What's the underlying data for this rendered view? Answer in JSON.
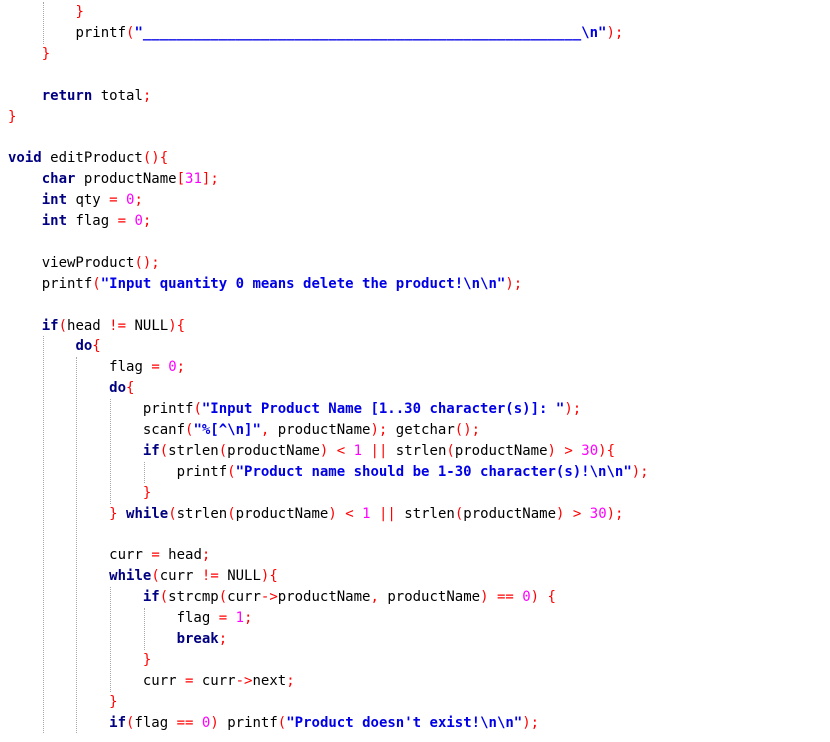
{
  "colors": {
    "background": "#ffffff",
    "keyword": "#000080",
    "identifier": "#000000",
    "operator": "#ff0000",
    "string": "#0000e6",
    "number": "#ff00ff",
    "brace": "#ff0000",
    "indent_guide": "#a8a8a8"
  },
  "code_lines": [
    {
      "indent": 8,
      "tokens": [
        {
          "c": "br",
          "t": "}"
        }
      ]
    },
    {
      "indent": 8,
      "tokens": [
        {
          "c": "tk",
          "t": "printf"
        },
        {
          "c": "op",
          "t": "("
        },
        {
          "c": "str",
          "t": "\"____________________________________________________\\n\""
        },
        {
          "c": "op",
          "t": ");"
        }
      ]
    },
    {
      "indent": 4,
      "tokens": [
        {
          "c": "br",
          "t": "}"
        }
      ]
    },
    {
      "indent": 0,
      "tokens": []
    },
    {
      "indent": 4,
      "tokens": [
        {
          "c": "kw",
          "t": "return"
        },
        {
          "c": "tk",
          "t": " total"
        },
        {
          "c": "op",
          "t": ";"
        }
      ]
    },
    {
      "indent": 0,
      "tokens": [
        {
          "c": "br",
          "t": "}"
        }
      ]
    },
    {
      "indent": 0,
      "tokens": []
    },
    {
      "indent": 0,
      "tokens": [
        {
          "c": "kw",
          "t": "void"
        },
        {
          "c": "tk",
          "t": " editProduct"
        },
        {
          "c": "op",
          "t": "(){"
        }
      ]
    },
    {
      "indent": 4,
      "tokens": [
        {
          "c": "kw",
          "t": "char"
        },
        {
          "c": "tk",
          "t": " productName"
        },
        {
          "c": "op",
          "t": "["
        },
        {
          "c": "num",
          "t": "31"
        },
        {
          "c": "op",
          "t": "];"
        }
      ]
    },
    {
      "indent": 4,
      "tokens": [
        {
          "c": "kw",
          "t": "int"
        },
        {
          "c": "tk",
          "t": " qty "
        },
        {
          "c": "op",
          "t": "="
        },
        {
          "c": "tk",
          "t": " "
        },
        {
          "c": "num",
          "t": "0"
        },
        {
          "c": "op",
          "t": ";"
        }
      ]
    },
    {
      "indent": 4,
      "tokens": [
        {
          "c": "kw",
          "t": "int"
        },
        {
          "c": "tk",
          "t": " flag "
        },
        {
          "c": "op",
          "t": "="
        },
        {
          "c": "tk",
          "t": " "
        },
        {
          "c": "num",
          "t": "0"
        },
        {
          "c": "op",
          "t": ";"
        }
      ]
    },
    {
      "indent": 0,
      "tokens": []
    },
    {
      "indent": 4,
      "tokens": [
        {
          "c": "tk",
          "t": "viewProduct"
        },
        {
          "c": "op",
          "t": "();"
        }
      ]
    },
    {
      "indent": 4,
      "tokens": [
        {
          "c": "tk",
          "t": "printf"
        },
        {
          "c": "op",
          "t": "("
        },
        {
          "c": "str",
          "t": "\"Input quantity 0 means delete the product!\\n\\n\""
        },
        {
          "c": "op",
          "t": ");"
        }
      ]
    },
    {
      "indent": 0,
      "tokens": []
    },
    {
      "indent": 4,
      "tokens": [
        {
          "c": "kw",
          "t": "if"
        },
        {
          "c": "op",
          "t": "("
        },
        {
          "c": "tk",
          "t": "head "
        },
        {
          "c": "op",
          "t": "!="
        },
        {
          "c": "tk",
          "t": " NULL"
        },
        {
          "c": "op",
          "t": "){"
        }
      ]
    },
    {
      "indent": 8,
      "tokens": [
        {
          "c": "kw",
          "t": "do"
        },
        {
          "c": "op",
          "t": "{"
        }
      ]
    },
    {
      "indent": 12,
      "tokens": [
        {
          "c": "tk",
          "t": "flag "
        },
        {
          "c": "op",
          "t": "="
        },
        {
          "c": "tk",
          "t": " "
        },
        {
          "c": "num",
          "t": "0"
        },
        {
          "c": "op",
          "t": ";"
        }
      ]
    },
    {
      "indent": 12,
      "tokens": [
        {
          "c": "kw",
          "t": "do"
        },
        {
          "c": "op",
          "t": "{"
        }
      ]
    },
    {
      "indent": 16,
      "tokens": [
        {
          "c": "tk",
          "t": "printf"
        },
        {
          "c": "op",
          "t": "("
        },
        {
          "c": "str",
          "t": "\"Input Product Name [1..30 character(s)]: \""
        },
        {
          "c": "op",
          "t": ");"
        }
      ]
    },
    {
      "indent": 16,
      "tokens": [
        {
          "c": "tk",
          "t": "scanf"
        },
        {
          "c": "op",
          "t": "("
        },
        {
          "c": "str",
          "t": "\"%[^\\n]\""
        },
        {
          "c": "op",
          "t": ","
        },
        {
          "c": "tk",
          "t": " productName"
        },
        {
          "c": "op",
          "t": ");"
        },
        {
          "c": "tk",
          "t": " getchar"
        },
        {
          "c": "op",
          "t": "();"
        }
      ]
    },
    {
      "indent": 16,
      "tokens": [
        {
          "c": "kw",
          "t": "if"
        },
        {
          "c": "op",
          "t": "("
        },
        {
          "c": "tk",
          "t": "strlen"
        },
        {
          "c": "op",
          "t": "("
        },
        {
          "c": "tk",
          "t": "productName"
        },
        {
          "c": "op",
          "t": ")"
        },
        {
          "c": "tk",
          "t": " "
        },
        {
          "c": "op",
          "t": "<"
        },
        {
          "c": "tk",
          "t": " "
        },
        {
          "c": "num",
          "t": "1"
        },
        {
          "c": "tk",
          "t": " "
        },
        {
          "c": "op",
          "t": "||"
        },
        {
          "c": "tk",
          "t": " strlen"
        },
        {
          "c": "op",
          "t": "("
        },
        {
          "c": "tk",
          "t": "productName"
        },
        {
          "c": "op",
          "t": ")"
        },
        {
          "c": "tk",
          "t": " "
        },
        {
          "c": "op",
          "t": ">"
        },
        {
          "c": "tk",
          "t": " "
        },
        {
          "c": "num",
          "t": "30"
        },
        {
          "c": "op",
          "t": "){"
        }
      ]
    },
    {
      "indent": 20,
      "tokens": [
        {
          "c": "tk",
          "t": "printf"
        },
        {
          "c": "op",
          "t": "("
        },
        {
          "c": "str",
          "t": "\"Product name should be 1-30 character(s)!\\n\\n\""
        },
        {
          "c": "op",
          "t": ");"
        }
      ]
    },
    {
      "indent": 16,
      "tokens": [
        {
          "c": "br",
          "t": "}"
        }
      ]
    },
    {
      "indent": 12,
      "tokens": [
        {
          "c": "br",
          "t": "}"
        },
        {
          "c": "tk",
          "t": " "
        },
        {
          "c": "kw",
          "t": "while"
        },
        {
          "c": "op",
          "t": "("
        },
        {
          "c": "tk",
          "t": "strlen"
        },
        {
          "c": "op",
          "t": "("
        },
        {
          "c": "tk",
          "t": "productName"
        },
        {
          "c": "op",
          "t": ")"
        },
        {
          "c": "tk",
          "t": " "
        },
        {
          "c": "op",
          "t": "<"
        },
        {
          "c": "tk",
          "t": " "
        },
        {
          "c": "num",
          "t": "1"
        },
        {
          "c": "tk",
          "t": " "
        },
        {
          "c": "op",
          "t": "||"
        },
        {
          "c": "tk",
          "t": " strlen"
        },
        {
          "c": "op",
          "t": "("
        },
        {
          "c": "tk",
          "t": "productName"
        },
        {
          "c": "op",
          "t": ")"
        },
        {
          "c": "tk",
          "t": " "
        },
        {
          "c": "op",
          "t": ">"
        },
        {
          "c": "tk",
          "t": " "
        },
        {
          "c": "num",
          "t": "30"
        },
        {
          "c": "op",
          "t": ");"
        }
      ]
    },
    {
      "indent": 0,
      "tokens": []
    },
    {
      "indent": 12,
      "tokens": [
        {
          "c": "tk",
          "t": "curr "
        },
        {
          "c": "op",
          "t": "="
        },
        {
          "c": "tk",
          "t": " head"
        },
        {
          "c": "op",
          "t": ";"
        }
      ]
    },
    {
      "indent": 12,
      "tokens": [
        {
          "c": "kw",
          "t": "while"
        },
        {
          "c": "op",
          "t": "("
        },
        {
          "c": "tk",
          "t": "curr "
        },
        {
          "c": "op",
          "t": "!="
        },
        {
          "c": "tk",
          "t": " NULL"
        },
        {
          "c": "op",
          "t": "){"
        }
      ]
    },
    {
      "indent": 16,
      "tokens": [
        {
          "c": "kw",
          "t": "if"
        },
        {
          "c": "op",
          "t": "("
        },
        {
          "c": "tk",
          "t": "strcmp"
        },
        {
          "c": "op",
          "t": "("
        },
        {
          "c": "tk",
          "t": "curr"
        },
        {
          "c": "op",
          "t": "->"
        },
        {
          "c": "tk",
          "t": "productName"
        },
        {
          "c": "op",
          "t": ","
        },
        {
          "c": "tk",
          "t": " productName"
        },
        {
          "c": "op",
          "t": ")"
        },
        {
          "c": "tk",
          "t": " "
        },
        {
          "c": "op",
          "t": "=="
        },
        {
          "c": "tk",
          "t": " "
        },
        {
          "c": "num",
          "t": "0"
        },
        {
          "c": "op",
          "t": ")"
        },
        {
          "c": "tk",
          "t": " "
        },
        {
          "c": "op",
          "t": "{"
        }
      ]
    },
    {
      "indent": 20,
      "tokens": [
        {
          "c": "tk",
          "t": "flag "
        },
        {
          "c": "op",
          "t": "="
        },
        {
          "c": "tk",
          "t": " "
        },
        {
          "c": "num",
          "t": "1"
        },
        {
          "c": "op",
          "t": ";"
        }
      ]
    },
    {
      "indent": 20,
      "tokens": [
        {
          "c": "kw",
          "t": "break"
        },
        {
          "c": "op",
          "t": ";"
        }
      ]
    },
    {
      "indent": 16,
      "tokens": [
        {
          "c": "br",
          "t": "}"
        }
      ]
    },
    {
      "indent": 16,
      "tokens": [
        {
          "c": "tk",
          "t": "curr "
        },
        {
          "c": "op",
          "t": "="
        },
        {
          "c": "tk",
          "t": " curr"
        },
        {
          "c": "op",
          "t": "->"
        },
        {
          "c": "tk",
          "t": "next"
        },
        {
          "c": "op",
          "t": ";"
        }
      ]
    },
    {
      "indent": 12,
      "tokens": [
        {
          "c": "br",
          "t": "}"
        }
      ]
    },
    {
      "indent": 12,
      "tokens": [
        {
          "c": "kw",
          "t": "if"
        },
        {
          "c": "op",
          "t": "("
        },
        {
          "c": "tk",
          "t": "flag "
        },
        {
          "c": "op",
          "t": "=="
        },
        {
          "c": "tk",
          "t": " "
        },
        {
          "c": "num",
          "t": "0"
        },
        {
          "c": "op",
          "t": ")"
        },
        {
          "c": "tk",
          "t": " printf"
        },
        {
          "c": "op",
          "t": "("
        },
        {
          "c": "str",
          "t": "\"Product doesn't exist!\\n\\n\""
        },
        {
          "c": "op",
          "t": ");"
        }
      ]
    }
  ]
}
